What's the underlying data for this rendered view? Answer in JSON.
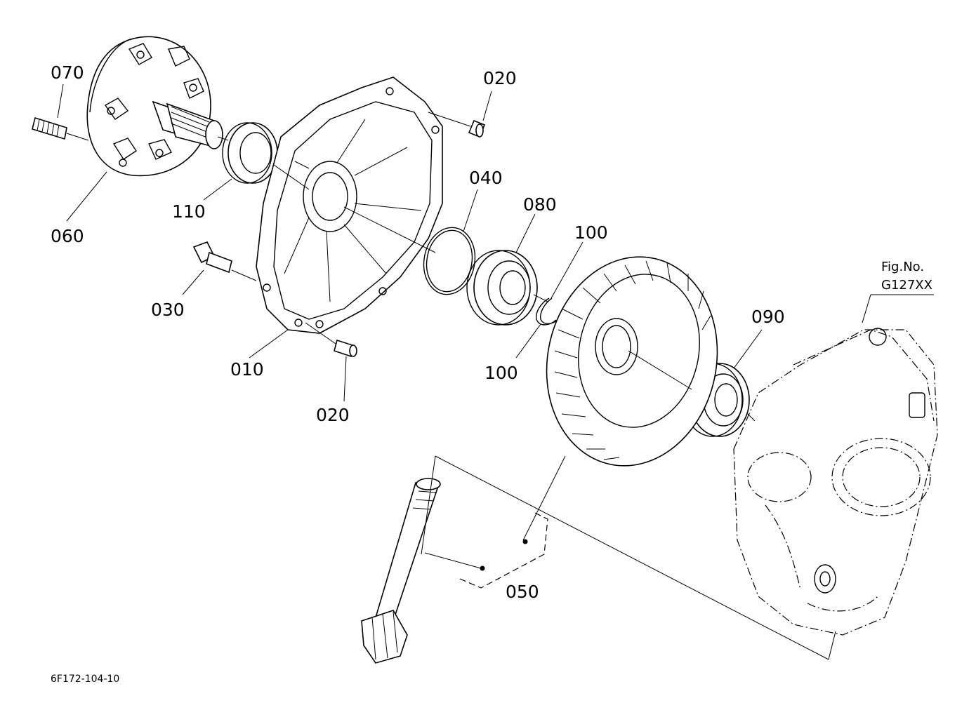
{
  "figure": {
    "fig_no_label": "Fig.No.",
    "fig_no_value": "G127XX",
    "drawing_code": "6F172-104-10"
  },
  "callouts": {
    "c070": "070",
    "c060": "060",
    "c110": "110",
    "c030": "030",
    "c010": "010",
    "c020_top": "020",
    "c020_bottom": "020",
    "c040": "040",
    "c080": "080",
    "c100_top": "100",
    "c100_bottom": "100",
    "c090": "090",
    "c050": "050"
  }
}
